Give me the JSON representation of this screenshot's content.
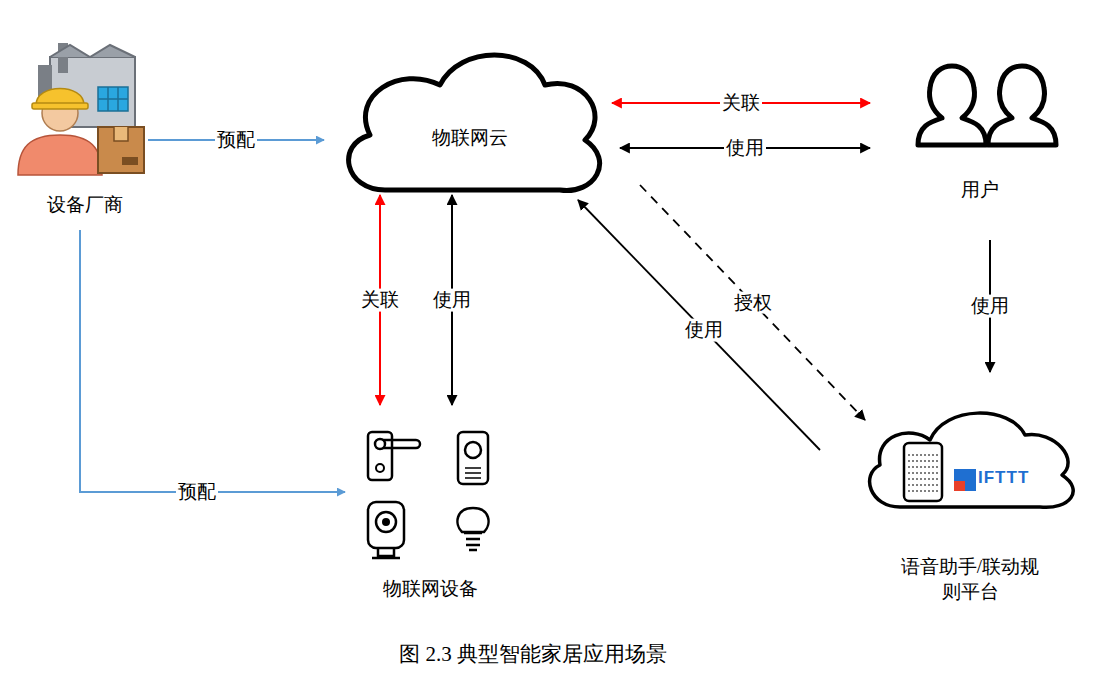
{
  "diagram": {
    "caption": "图 2.3   典型智能家居应用场景",
    "nodes": [
      {
        "text": [
          "设备厂商"
        ]
      },
      {
        "text": [
          "物联网云"
        ]
      },
      {
        "text": [
          "用户"
        ]
      },
      {
        "text": [
          "物联网设备"
        ]
      },
      {
        "text": [
          "语音助手/联动规则平台"
        ]
      }
    ],
    "edges": [
      {
        "from": 0,
        "to": 1,
        "label": "预配",
        "arrow": "to"
      },
      {
        "from": 0,
        "to": 3,
        "label": "预配",
        "arrow": "to"
      },
      {
        "from": 1,
        "to": 2,
        "label": "关联",
        "arrow": "both"
      },
      {
        "from": 1,
        "to": 2,
        "label": "使用",
        "arrow": "both"
      },
      {
        "from": 1,
        "to": 3,
        "label": "关联",
        "arrow": "both"
      },
      {
        "from": 1,
        "to": 3,
        "label": "使用",
        "arrow": "both"
      },
      {
        "from": 1,
        "to": 4,
        "label": "授权",
        "arrow": "to"
      },
      {
        "from": 4,
        "to": 1,
        "label": "使用",
        "arrow": "to"
      },
      {
        "from": 2,
        "to": 4,
        "label": "使用",
        "arrow": "to"
      }
    ],
    "labels": [
      "IFTTT"
    ]
  }
}
